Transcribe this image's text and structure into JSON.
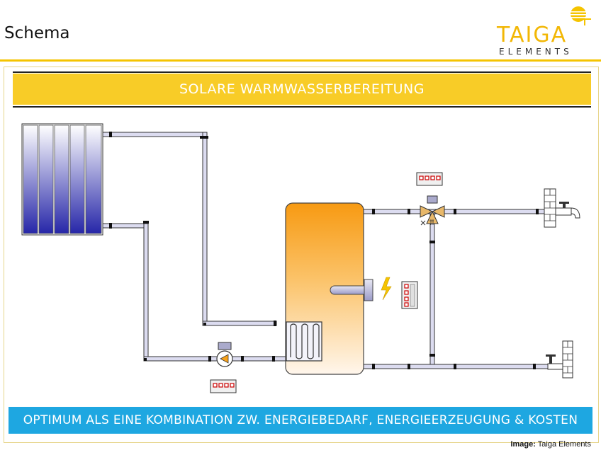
{
  "header": {
    "title": "Schema"
  },
  "logo": {
    "main": "TAIGA",
    "sub": "ELEMENTS"
  },
  "banner": {
    "title": "SOLARE WARMWASSERBEREITUNG"
  },
  "footer": {
    "text": "OPTIMUM ALS EINE KOMBINATION ZW. ENERGIEBEDARF, ENERGIEERZEUGUNG & KOSTEN"
  },
  "credit": {
    "label": "Image:",
    "source": "Taiga Elements"
  },
  "colors": {
    "accent_yellow": "#f5c400",
    "banner_yellow": "#f8cc27",
    "footer_blue": "#1ea7e1",
    "pipe_fill": "#dcdcf0",
    "collector_blue": "#2a2aa0",
    "tank_orange": "#f7a21a"
  }
}
